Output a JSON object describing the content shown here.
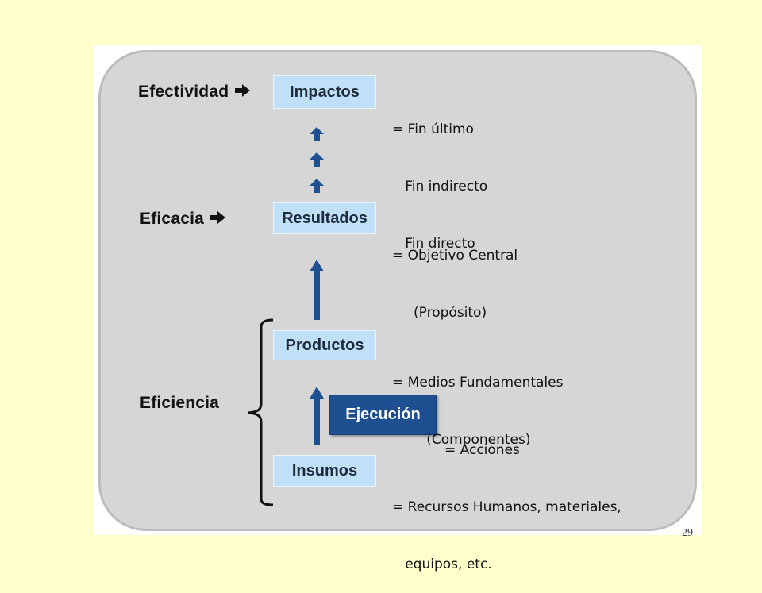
{
  "levels": {
    "efectividad": "Efectividad",
    "eficacia": "Eficacia",
    "eficiencia": "Eficiencia"
  },
  "boxes": {
    "impactos": "Impactos",
    "resultados": "Resultados",
    "productos": "Productos",
    "ejecucion": "Ejecución",
    "insumos": "Insumos"
  },
  "descriptions": {
    "impactos": [
      "= Fin último",
      "   Fin indirecto",
      "   Fin directo"
    ],
    "resultados": [
      "= Objetivo Central",
      "     (Propósito)"
    ],
    "productos": [
      "= Medios Fundamentales",
      "        (Componentes)"
    ],
    "ejecucion": [
      "= Acciones"
    ],
    "insumos": [
      "= Recursos Humanos, materiales,",
      "   equipos, etc."
    ]
  },
  "page_number": "29",
  "colors": {
    "background": "#ffffcc",
    "panel": "#d6d6d6",
    "light_box": "#bfe0f7",
    "dark_box": "#1d4f91",
    "arrow": "#1d4f91"
  }
}
